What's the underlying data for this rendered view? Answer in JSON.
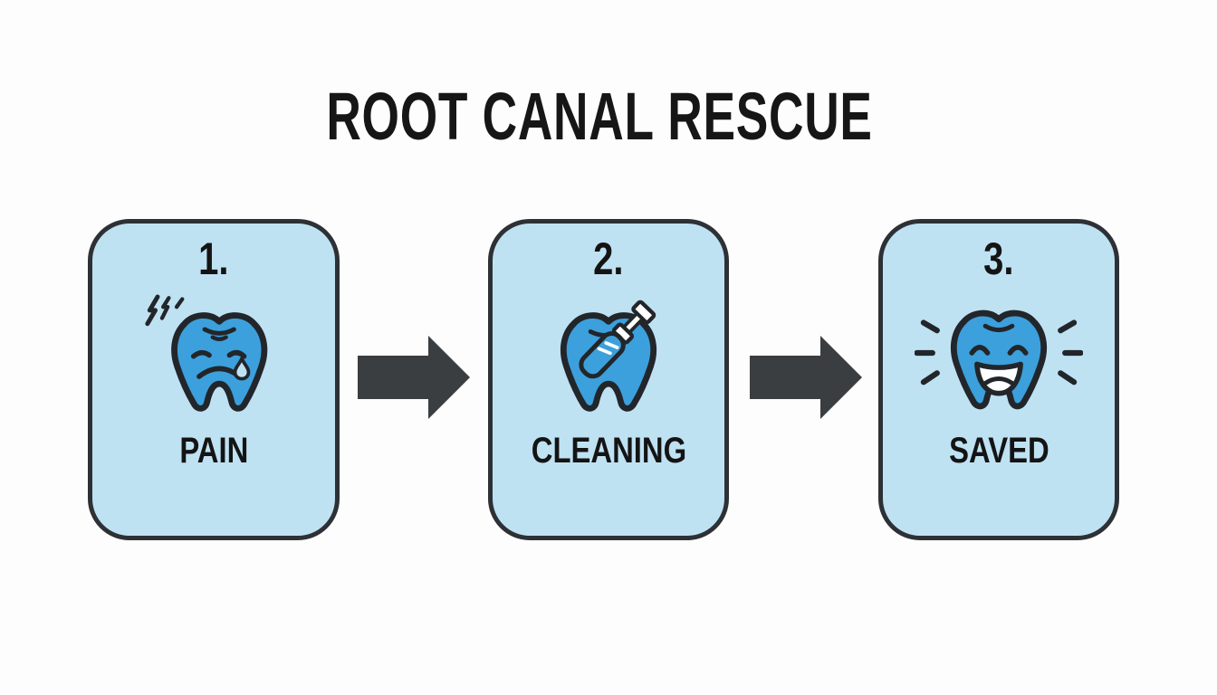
{
  "title": "ROOT CANAL RESCUE",
  "steps": [
    {
      "number": "1.",
      "label": "PAIN",
      "icon": "sad-tooth-with-pain-flashes"
    },
    {
      "number": "2.",
      "label": "CLEANING",
      "icon": "tooth-with-root-canal-file"
    },
    {
      "number": "3.",
      "label": "SAVED",
      "icon": "happy-tooth-radiating"
    }
  ],
  "arrows": [
    {
      "icon": "right-arrow"
    },
    {
      "icon": "right-arrow"
    }
  ],
  "colors": {
    "page_bg": "#fdfdfd",
    "card_bg": "#bfe2f3",
    "card_border": "#2d3135",
    "tooth_fill": "#3ca0dc",
    "tooth_outline": "#22262a",
    "arrow": "#3b3e40",
    "text": "#141414",
    "tool_white": "#ffffff",
    "tear_fill": "#bfe2f3"
  }
}
